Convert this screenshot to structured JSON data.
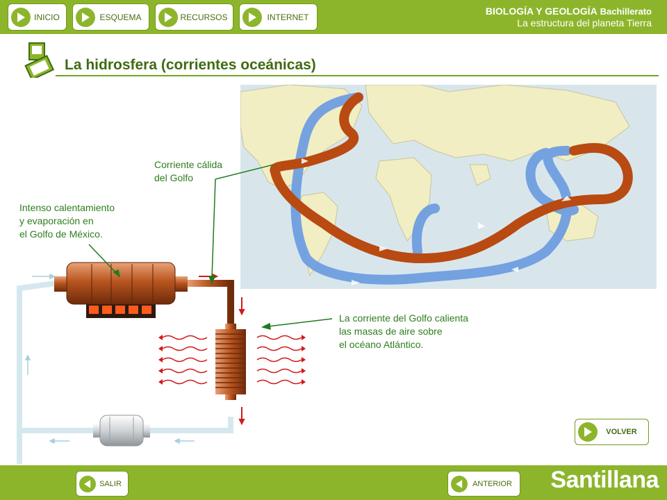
{
  "header": {
    "nav": [
      {
        "label": "INICIO"
      },
      {
        "label": "ESQUEMA"
      },
      {
        "label": "RECURSOS"
      },
      {
        "label": "INTERNET"
      }
    ],
    "subject": "BIOLOGÍA Y GEOLOGÍA",
    "level": "Bachillerato",
    "topic": "La estructura del planeta Tierra"
  },
  "page": {
    "title": "La hidrosfera (corrientes oceánicas)"
  },
  "labels": {
    "warm_current": "Corriente cálida\ndel Golfo",
    "heating": "Intenso calentamiento\ny evaporación en\nel Golfo de México.",
    "air_masses": "La corriente del Golfo calienta\nlas masas de aire sobre\nel océano Atlántico."
  },
  "buttons": {
    "back": "VOLVER",
    "exit": "SALIR",
    "previous": "ANTERIOR"
  },
  "brand": "Santillana",
  "colors": {
    "accent": "#8db52b",
    "text_green": "#2e7d1f",
    "warm_current": "#b84a12",
    "cold_current": "#6f9ee0",
    "land": "#f1eec3"
  },
  "icons": [
    "play-icon",
    "page-icon"
  ]
}
